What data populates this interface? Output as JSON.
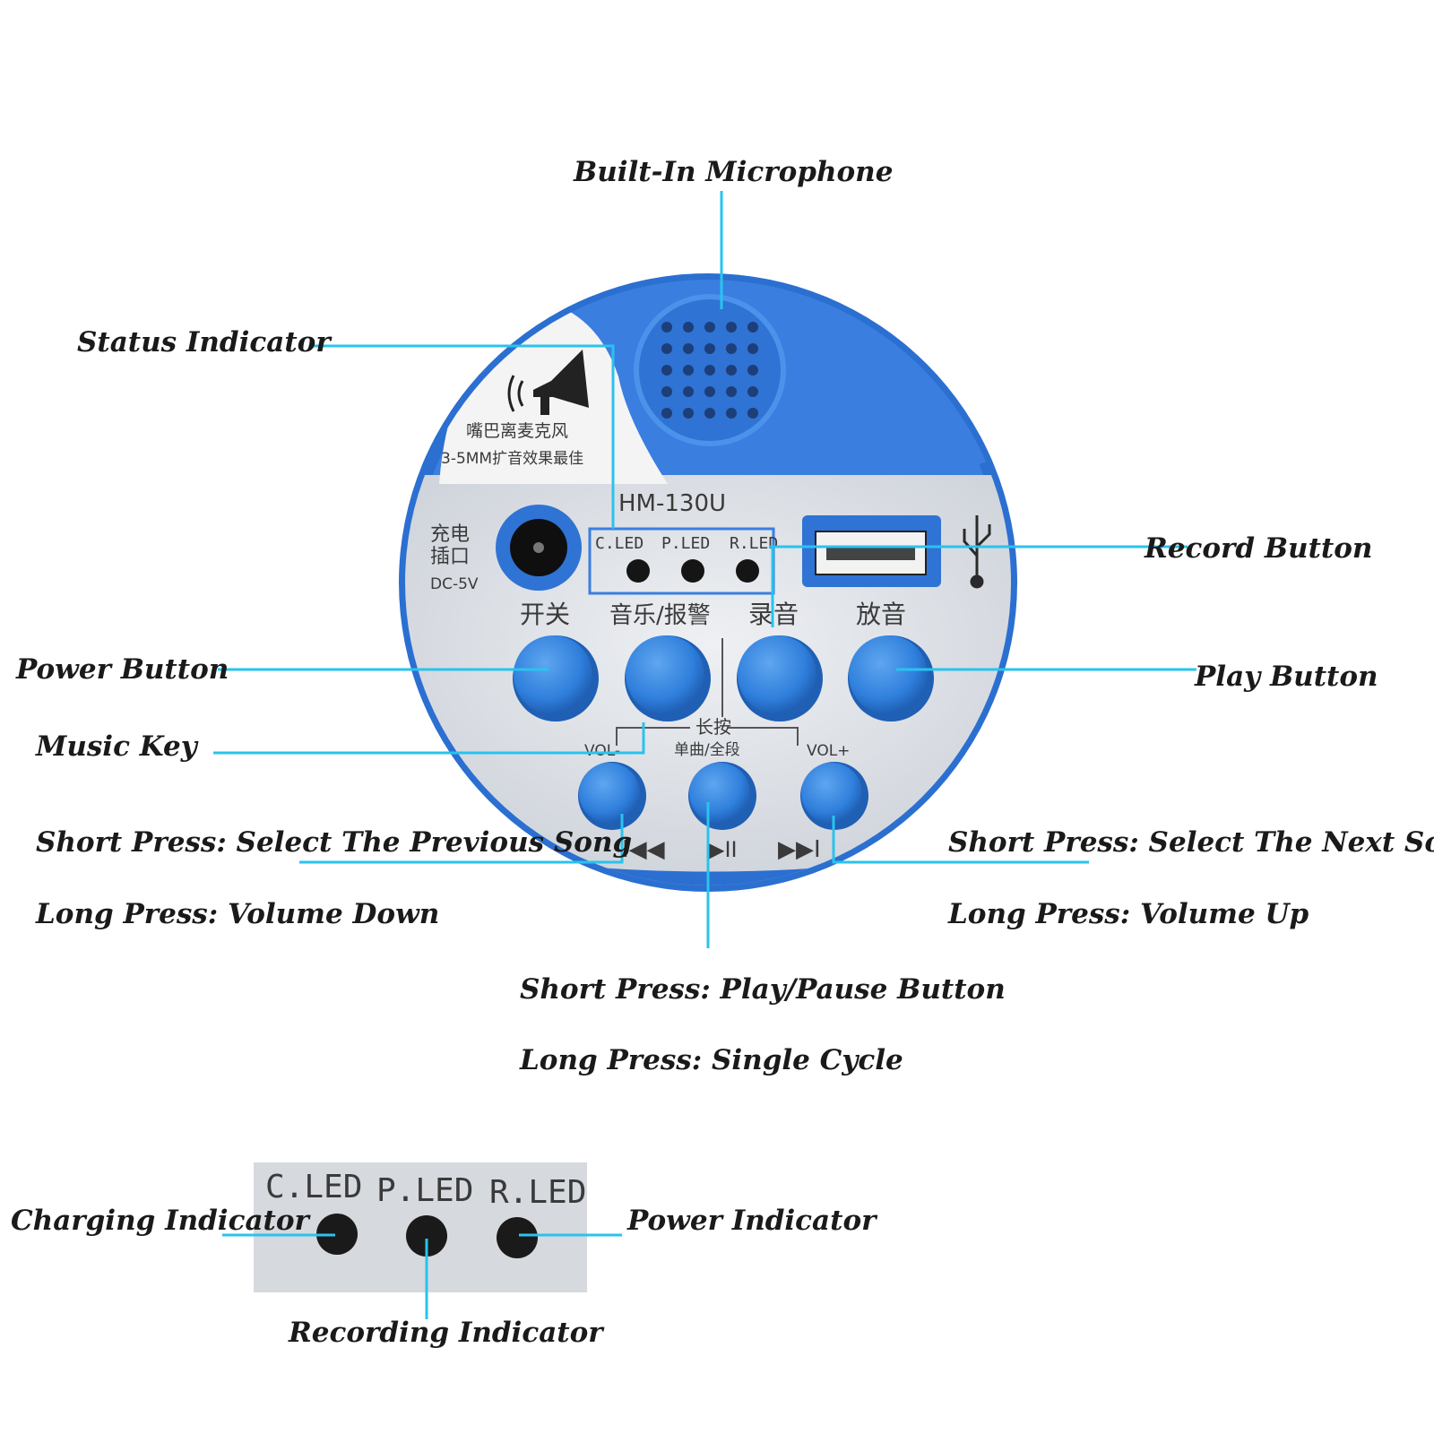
{
  "callouts": {
    "built_in_microphone": "Built-In Microphone",
    "status_indicator": "Status Indicator",
    "record_button": "Record Button",
    "power_button": "Power Button",
    "play_button": "Play Button",
    "music_key": "Music Key",
    "prev_short": "Short Press: Select The Previous Song",
    "prev_long": "Long Press: Volume Down",
    "next_short": "Short Press: Select The Next Song",
    "next_long": "Long Press: Volume Up",
    "playpause_short": "Short Press: Play/Pause Button",
    "playpause_long": "Long Press: Single Cycle",
    "charging_indicator": "Charging Indicator",
    "power_indicator": "Power Indicator",
    "recording_indicator": "Recording Indicator"
  },
  "device": {
    "model": "HM-130U",
    "brand_line1": "嘴巴离麦克风",
    "brand_line2": "3-5MM扩音效果最佳",
    "charge_label_1": "充电",
    "charge_label_2": "插口",
    "charge_label_3": "DC-5V",
    "led_labels": [
      "C.LED",
      "P.LED",
      "R.LED"
    ],
    "button_labels": [
      "开关",
      "音乐/报警",
      "录音",
      "放音"
    ],
    "long_press_label": "长按",
    "single_all_label": "单曲/全段",
    "vol_minus": "VOL-",
    "vol_plus": "VOL+",
    "transport_prev": "I◀◀",
    "transport_playpause": "▶II",
    "transport_next": "▶▶I"
  },
  "colors": {
    "leader_line": "#29c3ee",
    "device_blue": "#2b6fd1",
    "button_blue": "#3b86e0",
    "panel_silver": "#d9dde3"
  }
}
